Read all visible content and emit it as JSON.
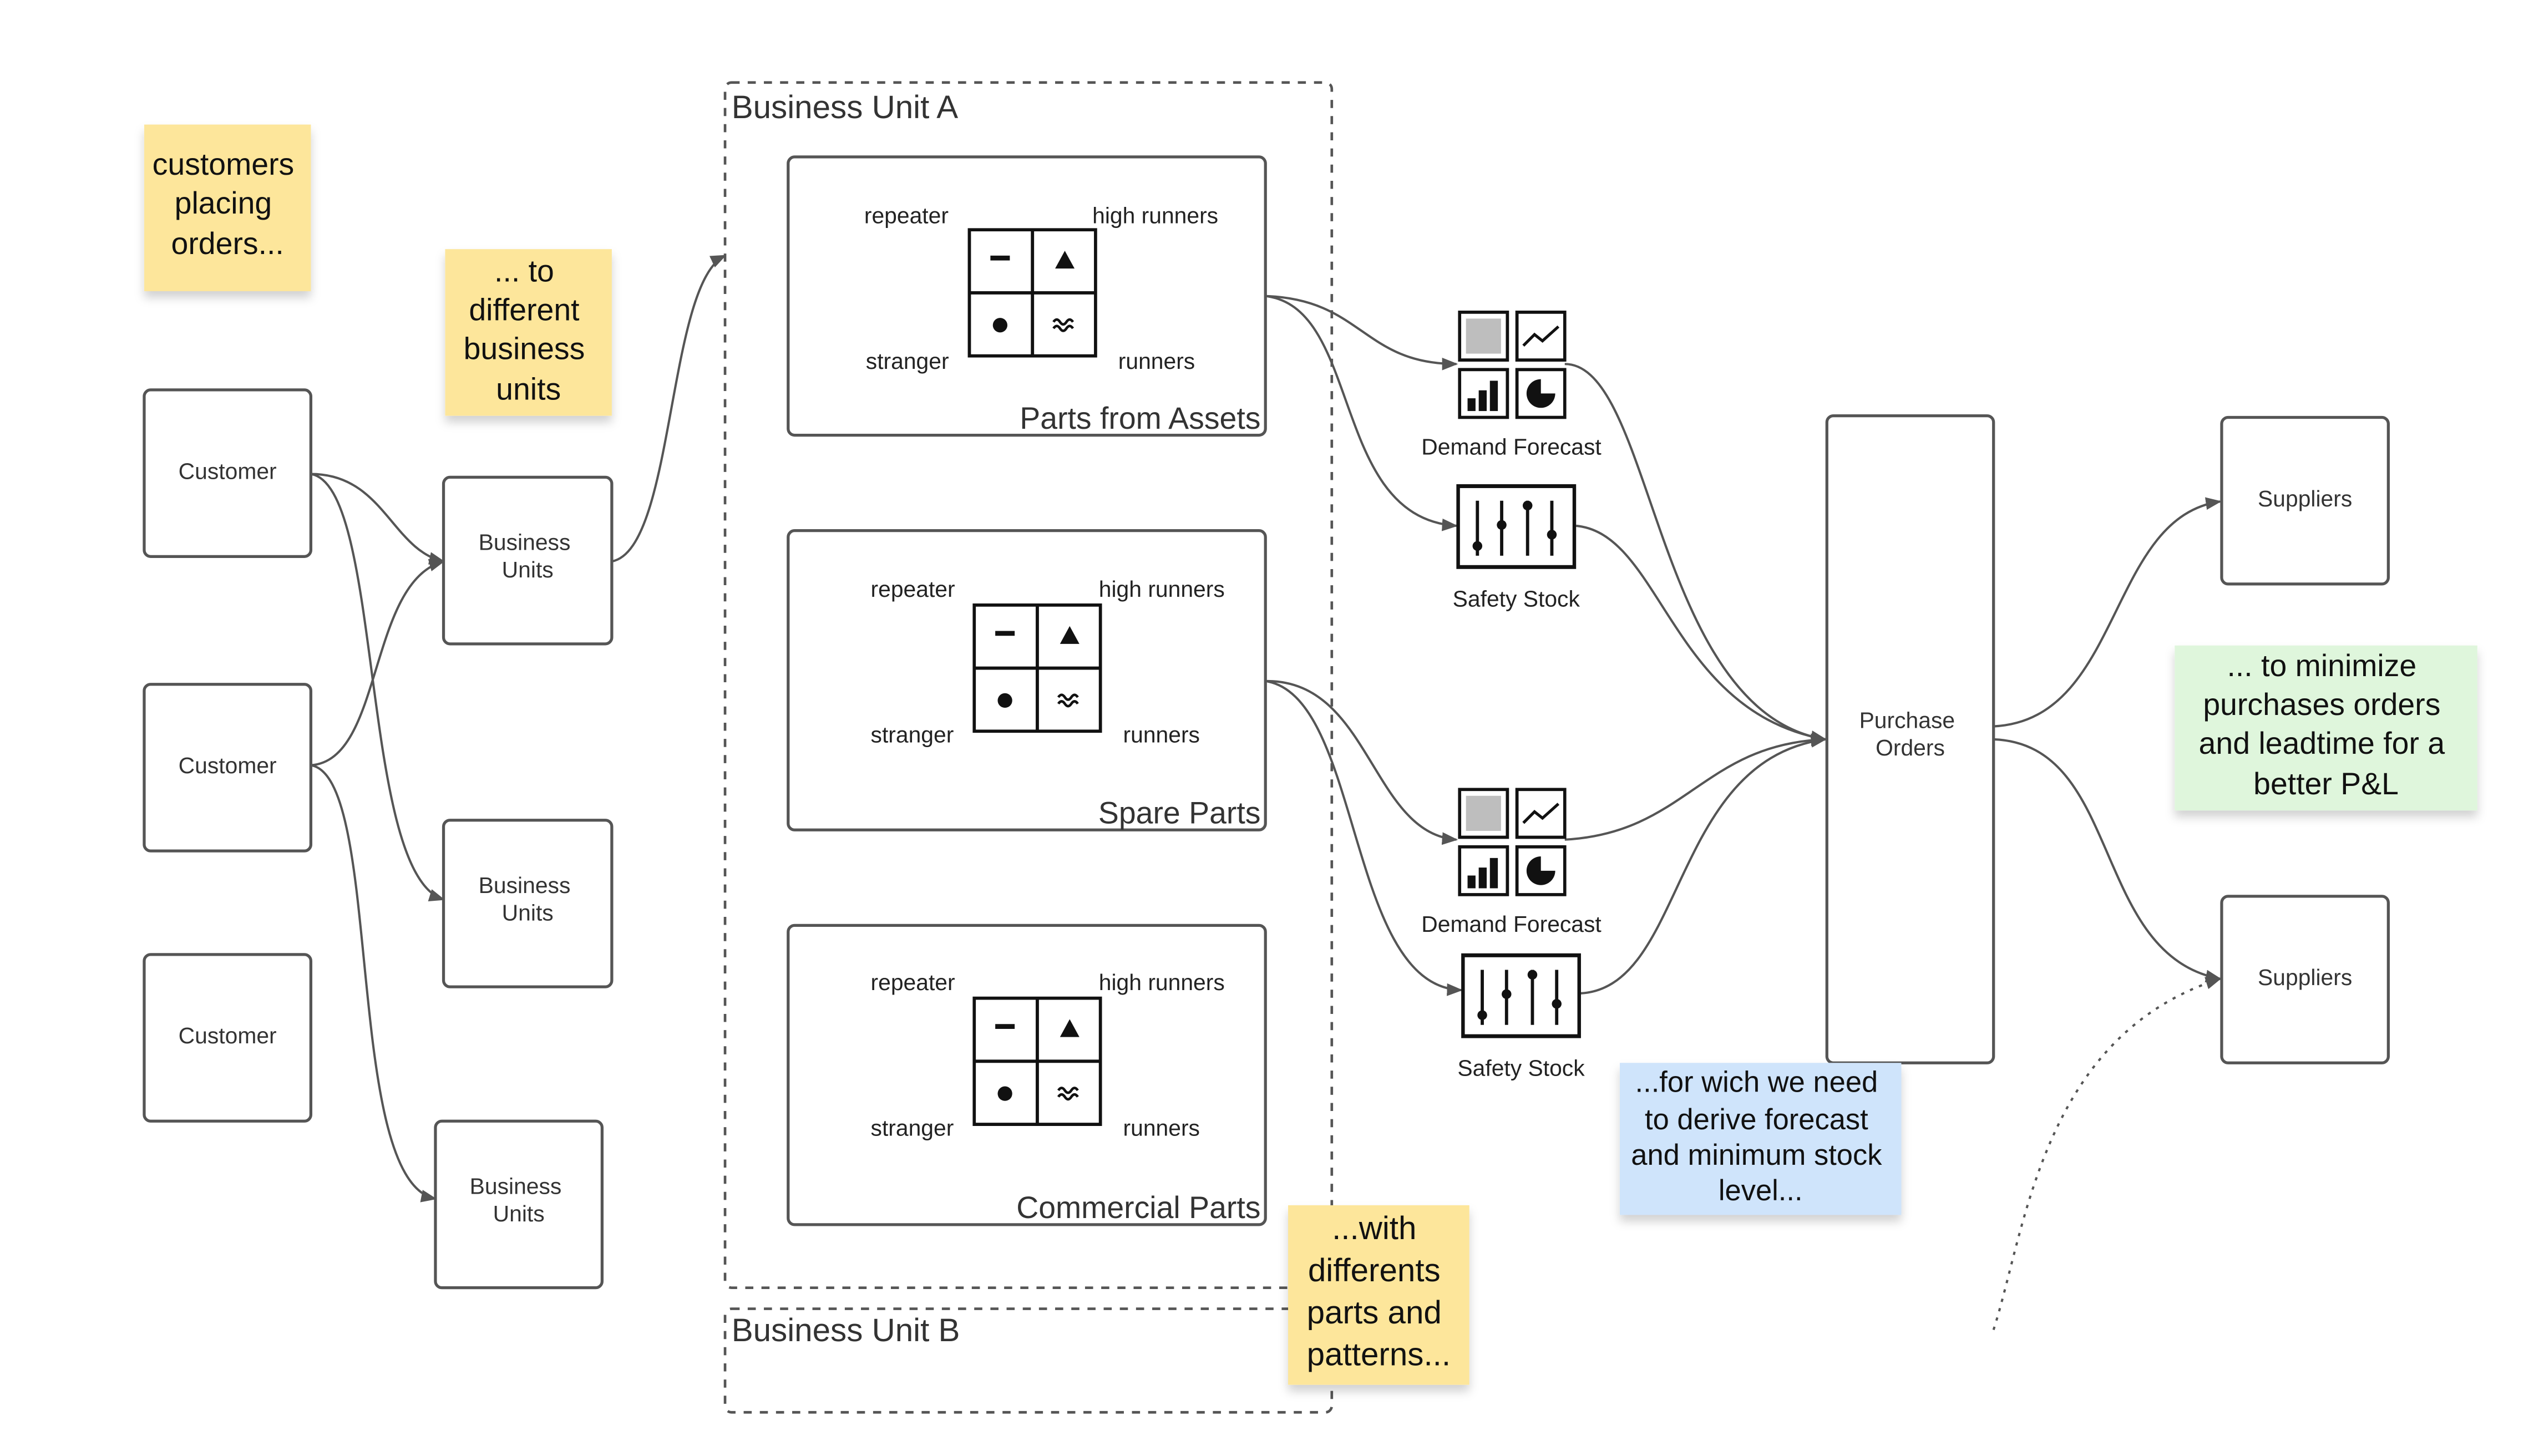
{
  "notes": {
    "customers_placing": [
      "customers",
      "placing",
      "orders..."
    ],
    "to_business_units": [
      "... to",
      "different",
      "business",
      "units"
    ],
    "with_parts": [
      "...with",
      "differents",
      "parts and",
      "patterns..."
    ],
    "forecast_need": [
      "...for wich we need",
      "to derive forecast",
      "and minimum stock",
      "level..."
    ],
    "minimize": [
      "... to minimize",
      "purchases orders",
      "and leadtime for a",
      "better P&L"
    ]
  },
  "customers": [
    "Customer",
    "Customer",
    "Customer"
  ],
  "business_units": [
    [
      "Business",
      "Units"
    ],
    [
      "Business",
      "Units"
    ],
    [
      "Business",
      "Units"
    ]
  ],
  "bu_a_title": "Business Unit A",
  "bu_b_title": "Business Unit B",
  "matrix_labels": {
    "repeater": "repeater",
    "high_runners": "high runners",
    "stranger": "stranger",
    "runners": "runners"
  },
  "part_groups": [
    "Parts from Assets",
    "Spare Parts",
    "Commercial Parts"
  ],
  "demand_forecast": [
    "Demand Forecast",
    "Demand Forecast"
  ],
  "safety_stock": [
    "Safety Stock",
    "Safety Stock"
  ],
  "purchase_orders": [
    "Purchase",
    "Orders"
  ],
  "suppliers": [
    "Suppliers",
    "Suppliers"
  ],
  "colors": {
    "note_yellow": "#fde69b",
    "note_blue": "#cfe4fb",
    "note_green": "#dff6dc",
    "stroke": "#555555",
    "icon": "#111111"
  },
  "icons": {
    "matrix": [
      "dash-icon",
      "triangle-icon",
      "dot-icon",
      "wave-icon"
    ],
    "forecast": [
      "dotted-grid-icon",
      "line-chart-icon",
      "bar-chart-icon",
      "pie-chart-icon"
    ],
    "safety_stock": "sliders-icon"
  }
}
